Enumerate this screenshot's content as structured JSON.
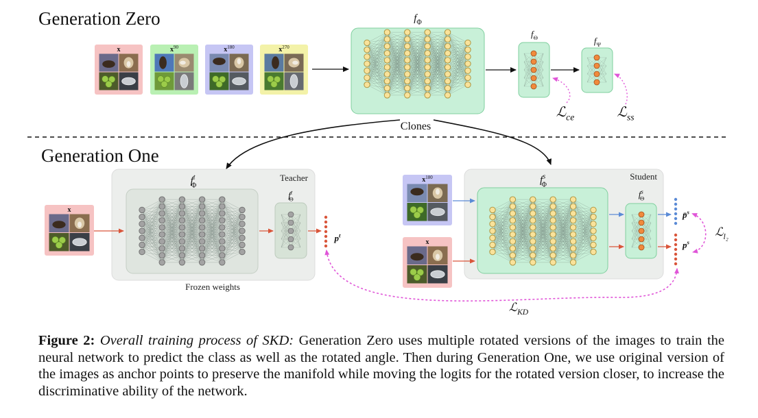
{
  "gen_zero": {
    "title": "Generation Zero",
    "inputs": [
      {
        "label": "x",
        "sup": "",
        "color": "#f6c3c3"
      },
      {
        "label": "x",
        "sup": "90",
        "color": "#b9f0b3"
      },
      {
        "label": "x",
        "sup": "180",
        "color": "#c6c6f4"
      },
      {
        "label": "x",
        "sup": "270",
        "color": "#f3f2a8"
      }
    ],
    "backbone_label": {
      "base": "f",
      "sub": "Φ",
      "sup": ""
    },
    "head_ce_label": {
      "base": "f",
      "sub": "Θ",
      "sup": ""
    },
    "head_ss_label": {
      "base": "f",
      "sub": "Ψ",
      "sup": ""
    },
    "loss_ce": {
      "base": "L",
      "sub": "ce"
    },
    "loss_ss": {
      "base": "L",
      "sub": "ss"
    },
    "clones_label": "Clones"
  },
  "gen_one": {
    "title": "Generation One",
    "teacher": {
      "box_label": "Teacher",
      "input": {
        "label": "x",
        "sup": "",
        "color": "#f6c3c3"
      },
      "backbone_label": {
        "base": "f",
        "sub": "Φ",
        "sup": "t"
      },
      "head_label": {
        "base": "f",
        "sub": "Θ",
        "sup": "t"
      },
      "output_label": {
        "base": "p",
        "sup": "t"
      },
      "frozen_label": "Frozen weights"
    },
    "student": {
      "box_label": "Student",
      "inputs": [
        {
          "label": "x",
          "sup": "180",
          "color": "#c6c6f4"
        },
        {
          "label": "x",
          "sup": "",
          "color": "#f6c3c3"
        }
      ],
      "backbone_label": {
        "base": "f",
        "sub": "Φ",
        "sup": "s"
      },
      "head_label": {
        "base": "f",
        "sub": "Θ",
        "sup": "s"
      },
      "output_top_label": {
        "base": "p̄",
        "sup": "s"
      },
      "output_bottom_label": {
        "base": "p",
        "sup": "s"
      }
    },
    "loss_l2": {
      "base": "L",
      "sub": "l₂"
    },
    "loss_kd": {
      "base": "L",
      "sub": "KD"
    }
  },
  "colors": {
    "green_fill": "#c8f0d8",
    "green_stroke": "#7fcf9e",
    "gray_fill": "#e9ece9",
    "node_yellow": "#f9e29a",
    "node_gray": "#9a9a9a",
    "node_orange": "#f08a3c",
    "arrow_blue": "#5b8bd6",
    "arrow_red": "#d9553a",
    "loss_magenta": "#e055d8"
  },
  "caption": {
    "prefix": "Figure 2:",
    "italic": "Overall training process of SKD:",
    "body": " Generation Zero uses multiple rotated versions of the images to train the neural network to predict the class as well as the rotated angle. Then during Generation One, we use original version of the images as anchor points to preserve the manifold while moving the logits for the rotated version closer, to increase the discriminative ability of the network."
  }
}
